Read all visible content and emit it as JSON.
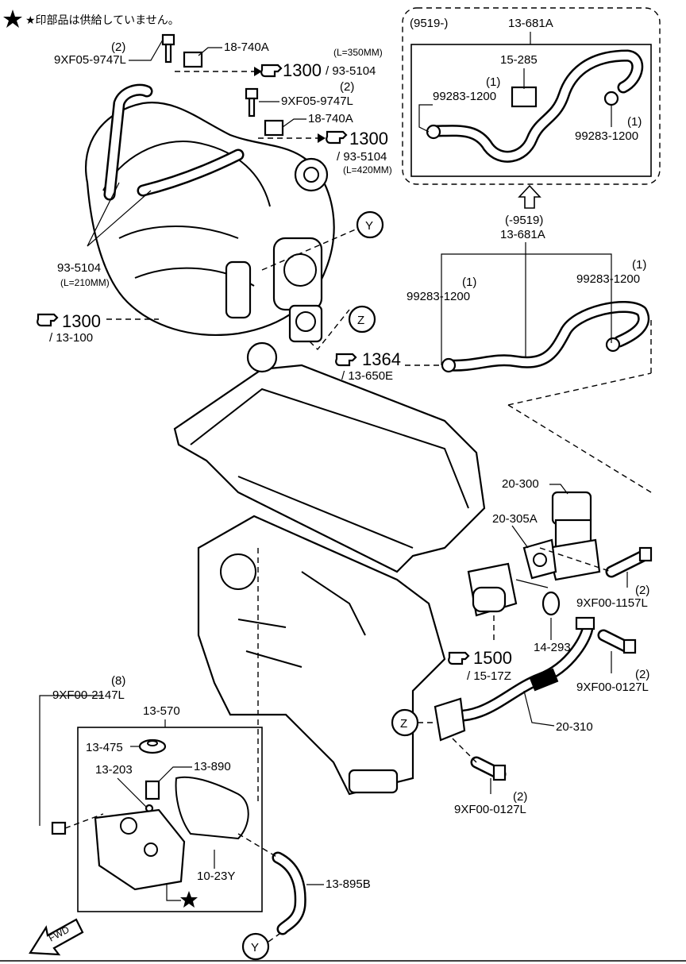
{
  "header_note": "★印部品は供給していません。",
  "labels": {
    "bolt_9xf05_top_qty": "(2)",
    "bolt_9xf05_top": "9XF05-9747L",
    "bracket_18_740a_top": "18-740A",
    "l350": "(L=350MM)",
    "ref_1300_a_num": "1300",
    "ref_1300_a_sub": "/ 93-5104",
    "bolt_9xf05_mid_qty": "(2)",
    "bolt_9xf05_mid": "9XF05-9747L",
    "bracket_18_740a_mid": "18-740A",
    "ref_1300_b_num": "1300",
    "ref_1300_b_sub": "/ 93-5104",
    "l420": "(L=420MM)",
    "harness_93_5104": "93-5104",
    "l210": "(L=210MM)",
    "ref_1300_c_num": "1300",
    "ref_1300_c_sub": "/ 13-100",
    "inset_date": "(9519-)",
    "inset_hose": "13-681A",
    "inset_sensor": "15-285",
    "inset_clamp_left_qty": "(1)",
    "inset_clamp_left": "99283-1200",
    "inset_clamp_right_qty": "(1)",
    "inset_clamp_right": "99283-1200",
    "old_date": "(-9519)",
    "old_hose": "13-681A",
    "clamp_left_qty": "(1)",
    "clamp_left": "99283-1200",
    "clamp_right_qty": "(1)",
    "clamp_right": "99283-1200",
    "ref_1364_num": "1364",
    "ref_1364_sub": "/ 13-650E",
    "marker_y": "Y",
    "marker_z": "Z",
    "egr_valve": "20-300",
    "egr_gasket": "20-305A",
    "bolt_1157_qty": "(2)",
    "bolt_1157": "9XF00-1157L",
    "gasket_14_293": "14-293",
    "ref_1500_num": "1500",
    "ref_1500_sub": "/ 15-17Z",
    "bolt_0127_right_qty": "(2)",
    "bolt_0127_right": "9XF00-0127L",
    "egr_pipe": "20-310",
    "bolt_0127_bottom_qty": "(2)",
    "bolt_0127_bottom": "9XF00-0127L",
    "bolt_2147_qty": "(8)",
    "bolt_2147": "9XF00-2147L",
    "cover_assy": "13-570",
    "oil_cap": "13-475",
    "pcv_grommet": "13-203",
    "pcv_valve": "13-890",
    "cover_gasket": "10-23Y",
    "pcv_hose": "13-895B",
    "fwd": "FWD"
  },
  "icons": {
    "reference_hand": "pointing-hand-icon",
    "not_supplied_star": "star-icon",
    "forward_arrow": "fwd-arrow-icon"
  }
}
